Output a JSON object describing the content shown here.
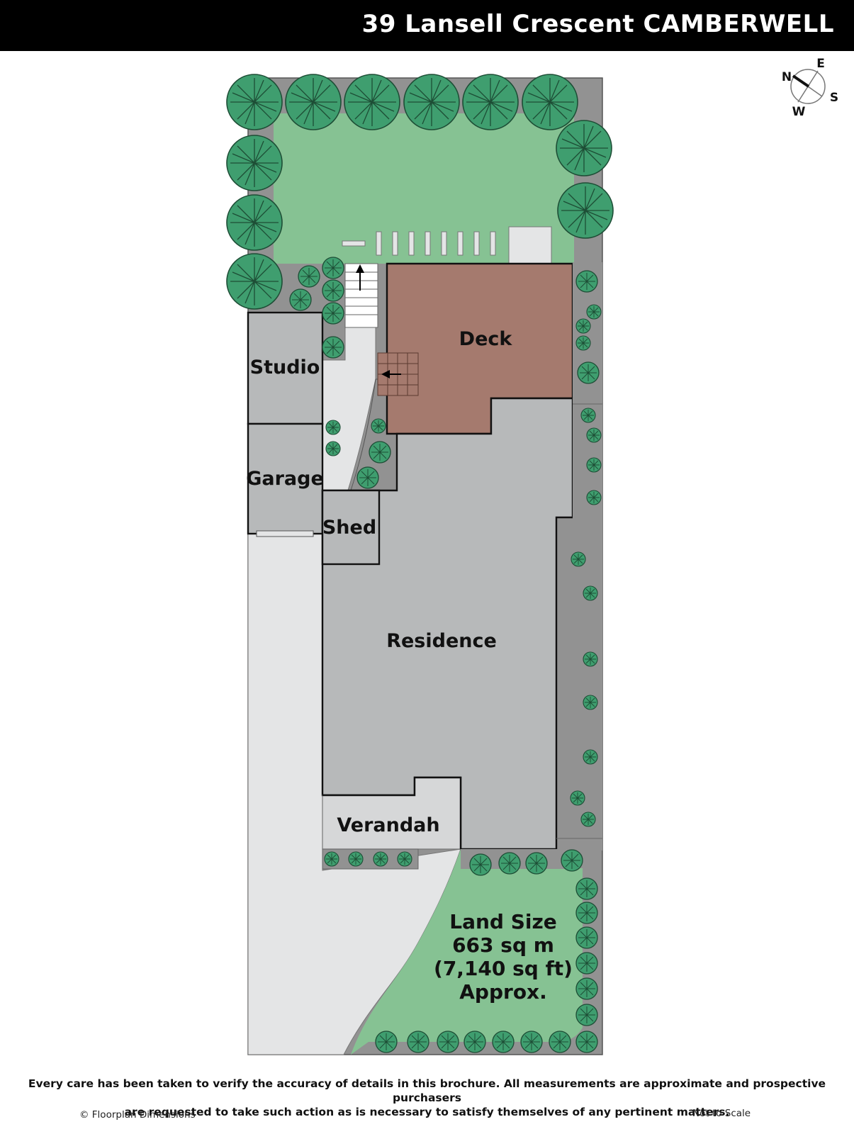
{
  "header": {
    "title": "39 Lansell Crescent CAMBERWELL"
  },
  "compass": {
    "n": "N",
    "e": "E",
    "s": "S",
    "w": "W"
  },
  "rooms": {
    "deck": "Deck",
    "studio": "Studio",
    "garage": "Garage",
    "shed": "Shed",
    "residence": "Residence",
    "verandah": "Verandah"
  },
  "land": {
    "line1": "Land Size",
    "line2": "663 sq m",
    "line3": "(7,140 sq ft)",
    "line4": "Approx."
  },
  "footer": {
    "disclaimer_line1": "Every care has been taken to verify the accuracy of details in this brochure. All measurements are approximate and prospective purchasers",
    "disclaimer_line2": "are requested to take such action as is necessary to satisfy themselves of any pertinent matters.",
    "copyright": "© Floorplan Dimensions",
    "scale_note": "Not to Scale"
  },
  "colors": {
    "lawn": "#86c293",
    "tree": "#3f9e6f",
    "path": "#929292",
    "building": "#b7b9ba",
    "deck": "#a57a6e",
    "driveway": "#e4e5e6",
    "header": "#000000"
  }
}
